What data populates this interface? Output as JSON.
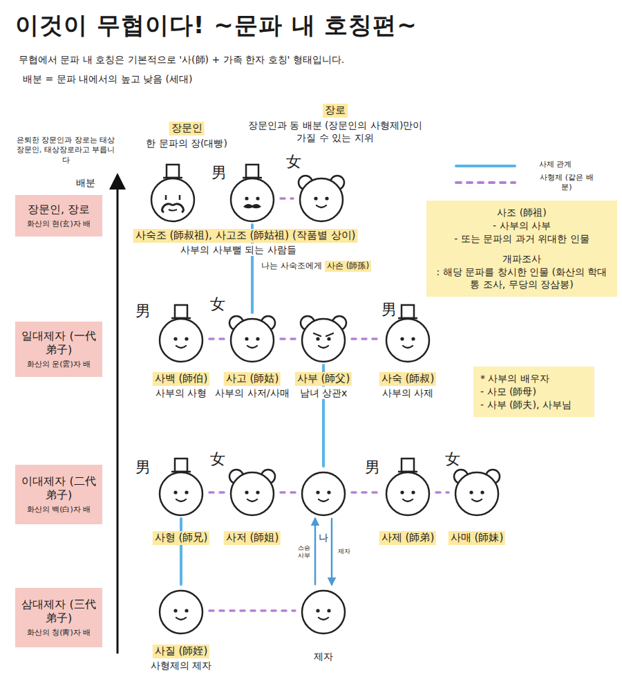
{
  "diagram": {
    "title": "이것이 무협이다! ~문파 내 호칭편~",
    "nodes": [
      {
        "text": [
          "장문인, 장로",
          "화산의 현(玄)자 배"
        ]
      },
      {
        "text": [
          "일대제자 (一代弟子)",
          "화산의 운(雲)자 배"
        ]
      },
      {
        "text": [
          "이대제자 (二代弟子)",
          "화산의 백(白)자 배"
        ]
      },
      {
        "text": [
          "삼대제자 (三代弟子)",
          "화산의 청(靑)자 배"
        ]
      },
      {
        "text": [
          "장문인",
          "한 문파의 장(대빵)"
        ]
      },
      {
        "text": [
          "사숙조 (師叔祖), 사고조 (師姑祖) (작품별 상이)",
          "사부의 사부뻘 되는 사람들"
        ]
      },
      {
        "text": [
          "장로",
          "장문인과 동 배분 (장문인의 사형제)만이 가질 수 있는 지위"
        ]
      },
      {
        "text": [
          "사백 (師伯)",
          "사부의 사형"
        ]
      },
      {
        "text": [
          "사고 (師姑)",
          "사부의 사저/사매"
        ]
      },
      {
        "text": [
          "사부 (師父)",
          "남녀 상관x"
        ]
      },
      {
        "text": [
          "사숙 (師叔)",
          "사부의 사제"
        ]
      },
      {
        "text": [
          "사형 (師兄)"
        ]
      },
      {
        "text": [
          "사저 (師姐)"
        ]
      },
      {
        "text": [
          "나"
        ]
      },
      {
        "text": [
          "사제 (師弟)"
        ]
      },
      {
        "text": [
          "사매 (師妹)"
        ]
      },
      {
        "text": [
          "사질 (師姪)",
          "사형제의 제자"
        ]
      },
      {
        "text": [
          "제자"
        ]
      },
      {
        "text": [
          "사조 (師祖)",
          "- 사부의 사부",
          "- 또는 문파의 과거 위대한 인물",
          "개파조사",
          ": 해당 문파를 창시한 인물 (화산의 학대통 조사, 무당의 장삼봉)"
        ]
      },
      {
        "text": [
          "* 사부의 배우자",
          "- 사모 (師母)",
          "- 사부 (師夫), 사부님"
        ]
      }
    ],
    "edges": [
      {
        "from": 5,
        "to": 8,
        "arrow": "none"
      },
      {
        "from": 9,
        "to": 13,
        "arrow": "none"
      },
      {
        "from": 11,
        "to": 16,
        "arrow": "none"
      },
      {
        "from": 17,
        "to": 13,
        "arrow": "to",
        "label": "스승 사부"
      },
      {
        "from": 13,
        "to": 17,
        "arrow": "to",
        "label": "제자"
      },
      {
        "from": 5,
        "to": 6,
        "arrow": "none"
      },
      {
        "from": 7,
        "to": 8,
        "arrow": "none"
      },
      {
        "from": 8,
        "to": 9,
        "arrow": "none"
      },
      {
        "from": 9,
        "to": 10,
        "arrow": "none"
      },
      {
        "from": 11,
        "to": 12,
        "arrow": "none"
      },
      {
        "from": 12,
        "to": 13,
        "arrow": "none"
      },
      {
        "from": 13,
        "to": 14,
        "arrow": "none"
      },
      {
        "from": 14,
        "to": 15,
        "arrow": "none"
      },
      {
        "from": 16,
        "to": 17,
        "arrow": "none"
      }
    ],
    "labels": [
      "무협에서 문파 내 호칭은 기본적으로 '사(師) + 가족 한자 호칭' 형태입니다.",
      "배분 = 문파 내에서의 높고 낮음 (세대)",
      "은퇴한 장문인과 장로는 태상장문인, 태상장로라고 부릅니다",
      "배분",
      "나는 사숙조에게",
      "사손 (師孫)",
      "男",
      "女",
      "男",
      "女",
      "男",
      "男",
      "女",
      "男",
      "女"
    ],
    "legend": [
      {
        "text": "사제 관계"
      },
      {
        "text": "사형제 (같은 배분)"
      }
    ]
  }
}
